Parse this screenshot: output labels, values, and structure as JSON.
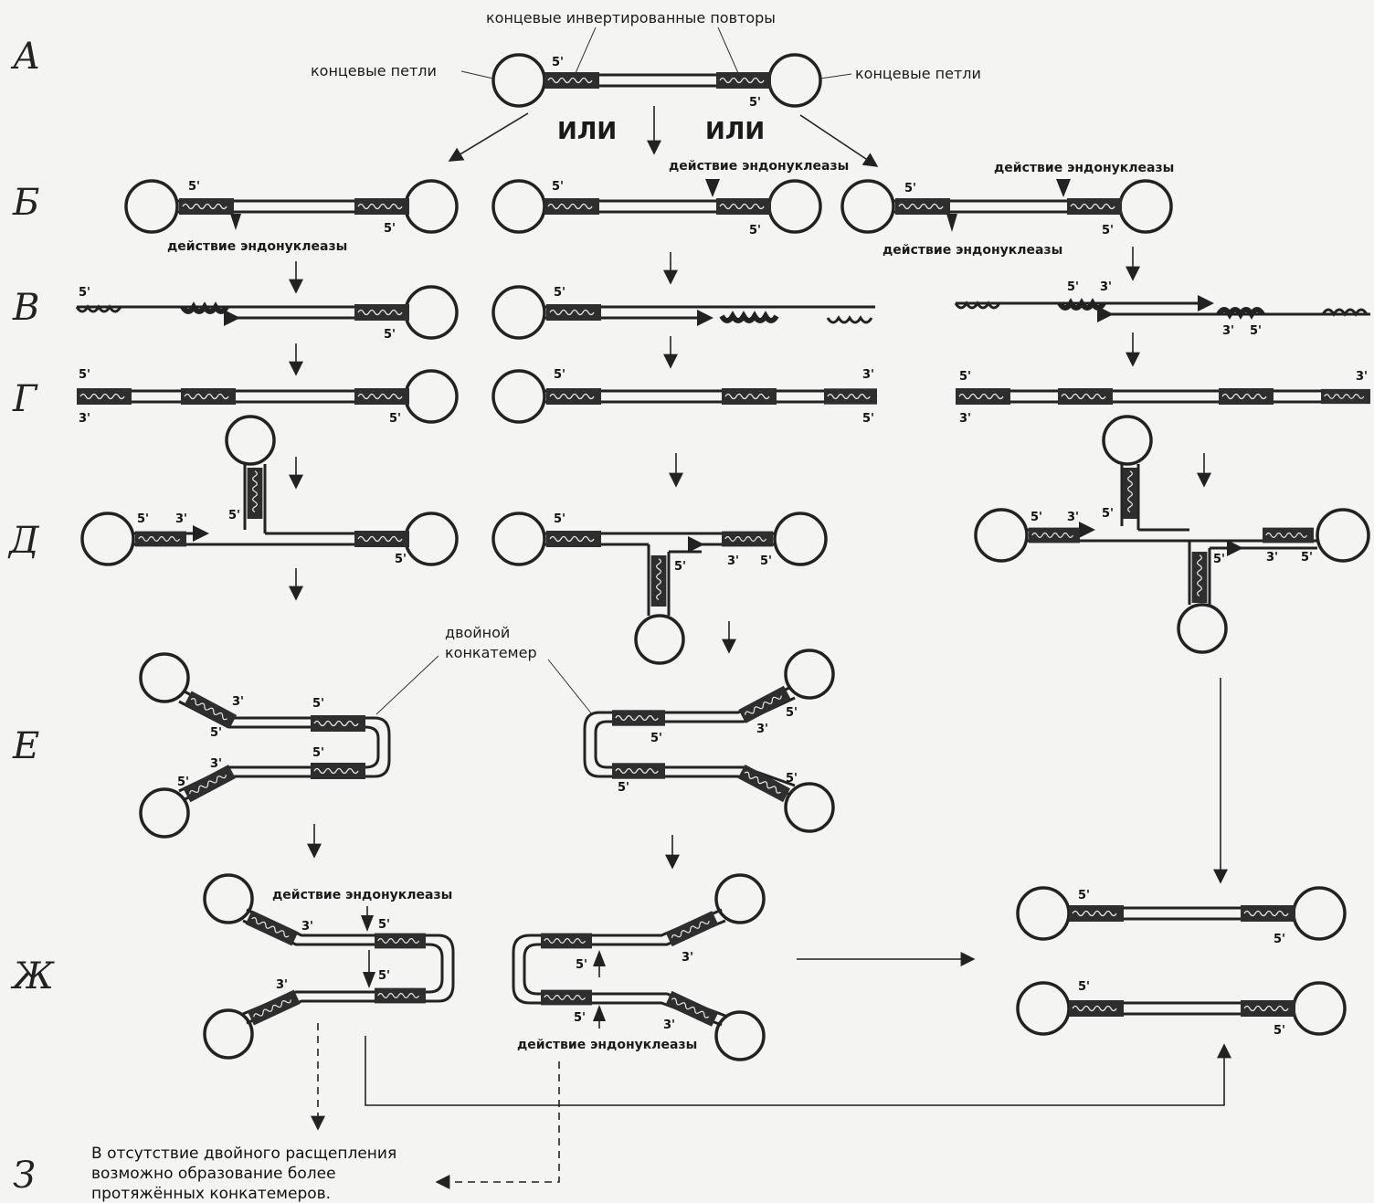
{
  "rows": {
    "a": "А",
    "b": "Б",
    "v": "В",
    "g": "Г",
    "d": "Д",
    "e": "Е",
    "zh": "Ж",
    "z": "З"
  },
  "labels": {
    "terminal_repeats": "концевые инвертированные повторы",
    "terminal_loops_left": "концевые петли",
    "terminal_loops_right": "концевые петли",
    "or_1": "ИЛИ",
    "or_2": "ИЛИ",
    "endonuclease": "действие эндонуклеазы",
    "double_concatemer_1": "двойной",
    "double_concatemer_2": "конкатемер",
    "footnote_1": "В отсутствие двойного расщепления",
    "footnote_2": "возможно образование более",
    "footnote_3": "протяжённых конкатемеров."
  },
  "ends": {
    "five": "5'",
    "three": "3'"
  }
}
